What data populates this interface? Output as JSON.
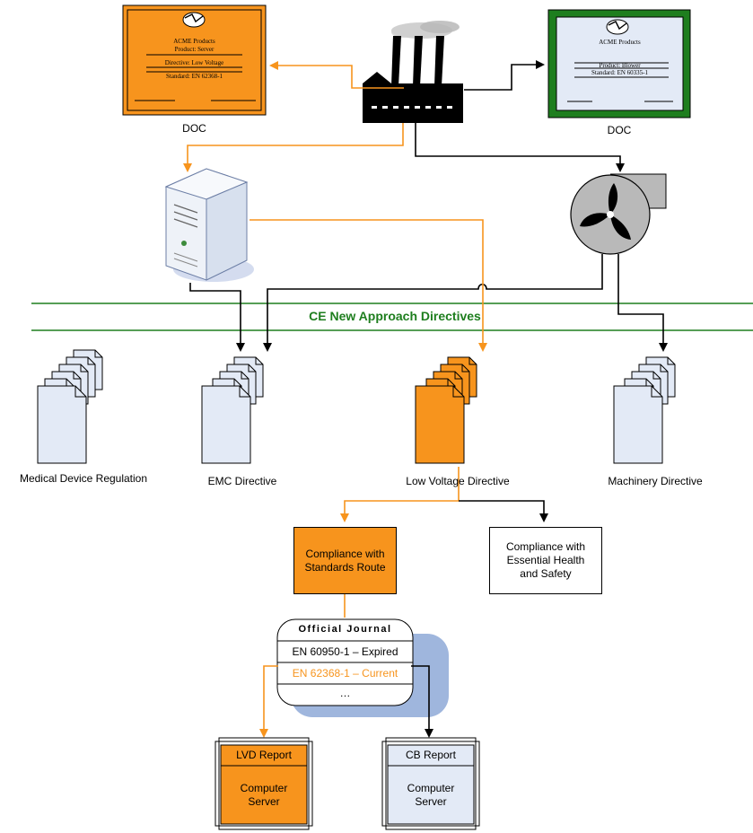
{
  "colors": {
    "orange": "#F7941D",
    "orange_line": "#F7941D",
    "green": "#1E7E1E",
    "light_blue": "#E3EAF6",
    "shadow_blue": "#9FB6DD",
    "black": "#000000"
  },
  "certificates": {
    "left": {
      "company": "ACME Products",
      "product": "Product: Server",
      "directive": "Directive: Low Voltage",
      "standard": "Standard: EN 62368-1",
      "caption": "DOC"
    },
    "right": {
      "company": "ACME Products",
      "product": "Product: Blower",
      "standard": "Standard: EN 60335-1",
      "caption": "DOC"
    }
  },
  "icons": {
    "factory": "factory-icon",
    "server": "server-tower-icon",
    "blower": "blower-fan-icon",
    "documents": "document-stack-icon",
    "report": "report-frame-icon"
  },
  "band": {
    "title": "CE New Approach Directives"
  },
  "directives": [
    {
      "label": "Medical Device Regulation",
      "highlight": false
    },
    {
      "label": "EMC Directive",
      "highlight": false
    },
    {
      "label": "Low Voltage Directive",
      "highlight": true
    },
    {
      "label": "Machinery Directive",
      "highlight": false
    }
  ],
  "routes": {
    "standards": "Compliance with Standards Route",
    "standards_lines": [
      "Compliance with",
      "Standards Route"
    ],
    "ehs_lines": [
      "Compliance with",
      "Essential Health",
      "and Safety"
    ]
  },
  "official_journal": {
    "title": "Official Journal",
    "rows": [
      {
        "text": "EN 60950-1 – Expired",
        "status": "expired"
      },
      {
        "text": "EN 62368-1 – Current",
        "status": "current"
      },
      {
        "text": "…",
        "status": "more"
      }
    ]
  },
  "reports": [
    {
      "title": "LVD Report",
      "body_lines": [
        "Computer",
        "Server"
      ],
      "highlight": true
    },
    {
      "title": "CB Report",
      "body_lines": [
        "Computer",
        "Server"
      ],
      "highlight": false
    }
  ]
}
